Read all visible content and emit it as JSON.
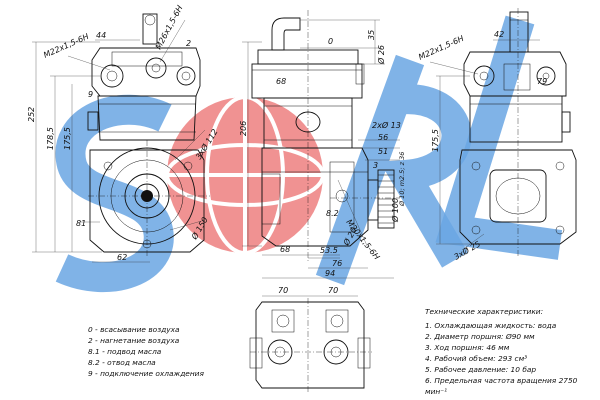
{
  "watermark": {
    "text": "SORL",
    "colors": {
      "blue": "#6aa6e3",
      "red": "#e64a4a"
    }
  },
  "dimensions": {
    "v1_thread_left": "M22x1,5-6H",
    "v1_thread_top": "M26x1,5-6H",
    "v1_44": "44",
    "v1_2": "2",
    "v1_9": "9",
    "v1_252": "252",
    "v1_1785": "178,5",
    "v1_1755": "175,5",
    "v1_3xd112": "3xØ 112",
    "v1_81": "81",
    "v1_d150": "Ø 150",
    "v1_62": "62",
    "v2_0": "0",
    "v2_35": "35",
    "v2_d26": "Ø 26",
    "v2_68": "68",
    "v2_2xd13": "2xØ 13",
    "v2_206": "206",
    "v2_56": "56",
    "v2_51": "51",
    "v2_3": "3",
    "v2_pitch": "Ø 10; m2.5; z 36",
    "v2_d100": "Ø 100",
    "v2_82": "8.2",
    "v2_thread": "M20x1,5-6H",
    "v2_d20": "Ø 20",
    "v2_68b": "68",
    "v2_535": "53.5",
    "v2_76": "76",
    "v2_94": "94",
    "v3_thread": "M22x1,5-6H",
    "v3_42": "42",
    "v3_79": "79",
    "v3_1755": "175,5",
    "v3_3xd25": "3xØ 25",
    "v4_70a": "70",
    "v4_70b": "70"
  },
  "legend": [
    "0 - всасывание воздуха",
    "2 - нагнетание воздуха",
    "8.1 - подвод масла",
    "8.2 - отвод масла",
    "9 - подключение охлаждения"
  ],
  "specs": {
    "title": "Технические характеристики:",
    "items": [
      "1. Охлаждающая жидкость: вода",
      "2. Диаметр поршня: Ø90 мм",
      "3. Ход поршня: 46 мм",
      "4. Рабочий объем: 293 см³",
      "5. Рабочее давление: 10 бар",
      "6. Предельная частота вращения 2750 мин⁻¹"
    ]
  }
}
